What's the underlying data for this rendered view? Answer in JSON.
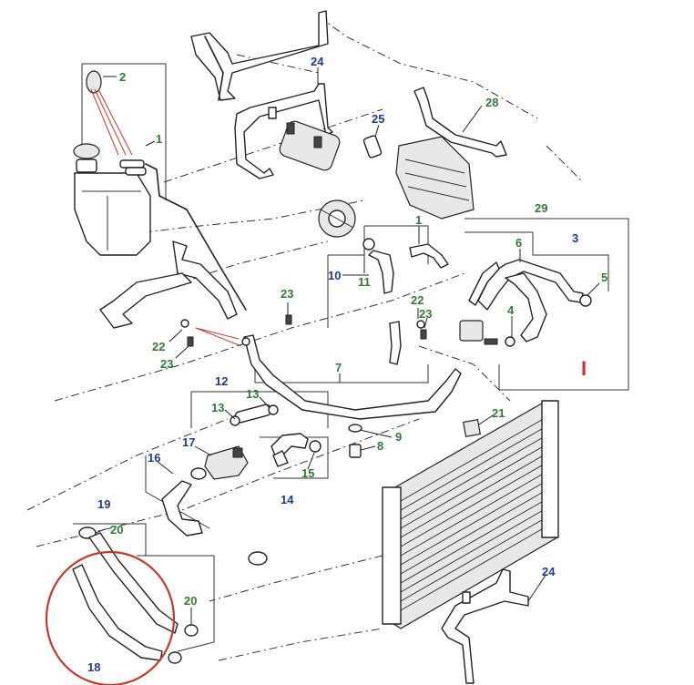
{
  "colors": {
    "label_blue": "#1f3a93",
    "label_green": "#2e7d32",
    "highlight_circle": "#c0392b",
    "marker_red": "#d32f2f"
  },
  "callouts": [
    {
      "id": "c1",
      "text": "1",
      "color": "green"
    },
    {
      "id": "c2",
      "text": "2",
      "color": "green"
    },
    {
      "id": "c24a",
      "text": "24",
      "color": "blue"
    },
    {
      "id": "c25",
      "text": "25",
      "color": "blue"
    },
    {
      "id": "c28",
      "text": "28",
      "color": "green"
    },
    {
      "id": "c29",
      "text": "29",
      "color": "green"
    },
    {
      "id": "c3",
      "text": "3",
      "color": "blue"
    },
    {
      "id": "c6",
      "text": "6",
      "color": "green"
    },
    {
      "id": "c5",
      "text": "5",
      "color": "green"
    },
    {
      "id": "c4",
      "text": "4",
      "color": "green"
    },
    {
      "id": "c1b",
      "text": "1",
      "color": "green"
    },
    {
      "id": "c10",
      "text": "10",
      "color": "blue"
    },
    {
      "id": "c11",
      "text": "11",
      "color": "green"
    },
    {
      "id": "c23a",
      "text": "23",
      "color": "green"
    },
    {
      "id": "c22a",
      "text": "22",
      "color": "green"
    },
    {
      "id": "c23b",
      "text": "23",
      "color": "green"
    },
    {
      "id": "c22b",
      "text": "22",
      "color": "green"
    },
    {
      "id": "c23c",
      "text": "23",
      "color": "green"
    },
    {
      "id": "c7",
      "text": "7",
      "color": "green"
    },
    {
      "id": "c12",
      "text": "12",
      "color": "blue"
    },
    {
      "id": "c13a",
      "text": "13",
      "color": "green"
    },
    {
      "id": "c13b",
      "text": "13",
      "color": "green"
    },
    {
      "id": "c9",
      "text": "9",
      "color": "green"
    },
    {
      "id": "c8",
      "text": "8",
      "color": "green"
    },
    {
      "id": "c21",
      "text": "21",
      "color": "green"
    },
    {
      "id": "c17",
      "text": "17",
      "color": "blue"
    },
    {
      "id": "c16",
      "text": "16",
      "color": "blue"
    },
    {
      "id": "c15",
      "text": "15",
      "color": "green"
    },
    {
      "id": "c14",
      "text": "14",
      "color": "blue"
    },
    {
      "id": "c19",
      "text": "19",
      "color": "blue"
    },
    {
      "id": "c20a",
      "text": "20",
      "color": "green"
    },
    {
      "id": "c20b",
      "text": "20",
      "color": "green"
    },
    {
      "id": "c18",
      "text": "18",
      "color": "blue"
    },
    {
      "id": "c24b",
      "text": "24",
      "color": "blue"
    }
  ],
  "marker": {
    "text": "I"
  },
  "icons": [
    "radiator-icon",
    "expansion-tank-icon",
    "thermostat-housing-icon",
    "egr-cooler-icon",
    "water-pump-icon",
    "hose-icon",
    "hose-clip-icon",
    "bleed-screw-icon"
  ]
}
